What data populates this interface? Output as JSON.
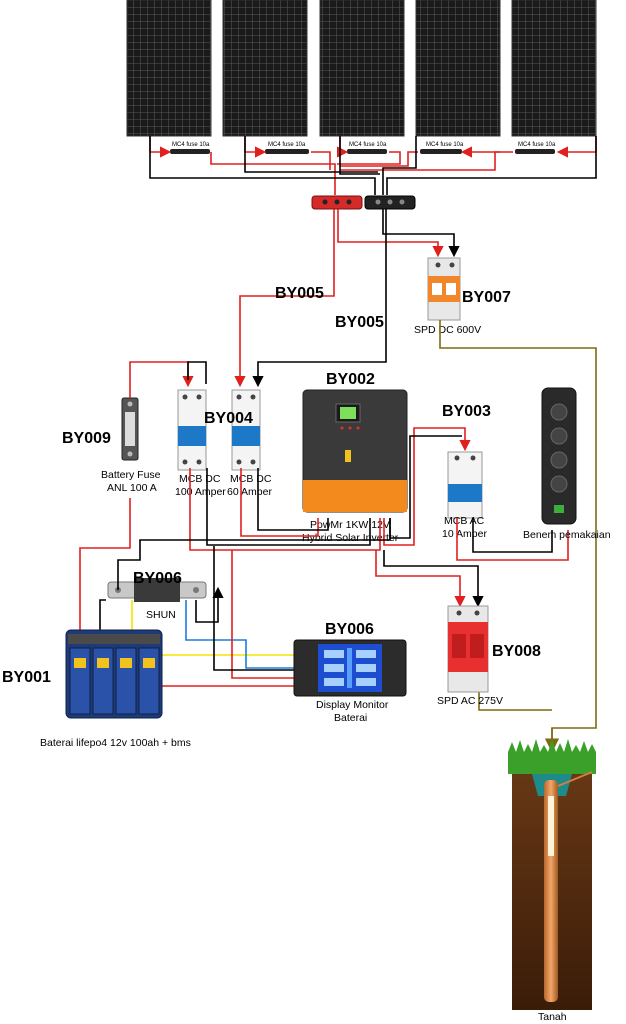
{
  "panels": {
    "fuse_label": "MC4 fuse 10a"
  },
  "codes": {
    "battery": "BY001",
    "inverter": "BY002",
    "mcb_ac": "BY003",
    "mcb_dc": "BY004",
    "wire_a": "BY005",
    "wire_b": "BY005",
    "shunt": "BY006",
    "monitor": "BY006",
    "spd_dc": "BY007",
    "spd_ac": "BY008",
    "fuse": "BY009"
  },
  "labels": {
    "spd_dc": "SPD DC 600V",
    "fuse_line1": "Battery Fuse",
    "fuse_line2": "ANL 100 A",
    "mcb100_line1": "MCB DC",
    "mcb100_line2": "100 Amper",
    "mcb60_line1": "MCB DC",
    "mcb60_line2": "60 Amper",
    "inverter_line1": "PowMr 1KW 12V",
    "inverter_line2": "Hybrid Solar Inverter",
    "mcb_ac_line1": "MCB AC",
    "mcb_ac_line2": "10 Amper",
    "load": "Benem pemakaian",
    "shunt": "SHUN",
    "monitor_line1": "Display Monitor",
    "monitor_line2": "Baterai",
    "spd_ac": "SPD AC 275V",
    "battery": "Baterai lifepo4 12v 100ah + bms",
    "ground": "Tanah"
  },
  "colors": {
    "positive": "#e0201e",
    "negative": "#000000",
    "ground": "#7d6b12",
    "signal_yellow": "#f5e400",
    "signal_blue": "#1e7de0"
  }
}
